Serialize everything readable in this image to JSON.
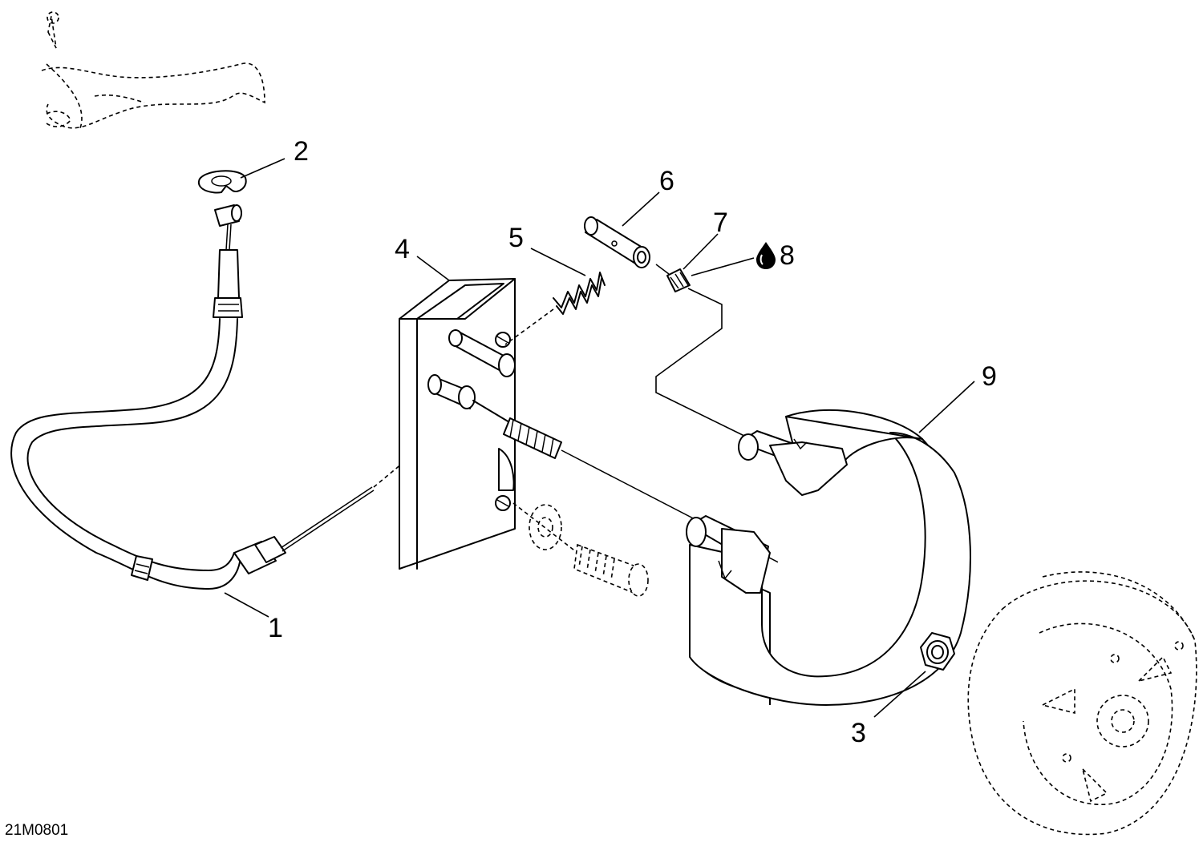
{
  "callouts": {
    "c1": "1",
    "c2": "2",
    "c3": "3",
    "c4": "4",
    "c5": "5",
    "c6": "6",
    "c7": "7",
    "c8": "8",
    "c9": "9"
  },
  "drawing_code": "21M0801",
  "icons": {
    "lubricant": "oil-drop-icon"
  }
}
